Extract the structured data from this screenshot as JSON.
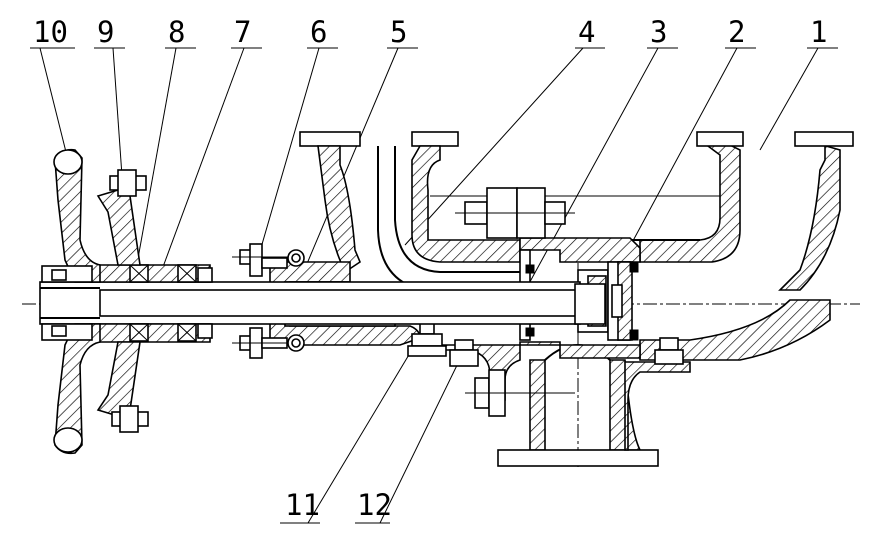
{
  "figure": {
    "labels_top": [
      "10",
      "9",
      "8",
      "7",
      "6",
      "5",
      "4",
      "3",
      "2",
      "1"
    ],
    "labels_bottom": [
      "11",
      "12"
    ]
  }
}
